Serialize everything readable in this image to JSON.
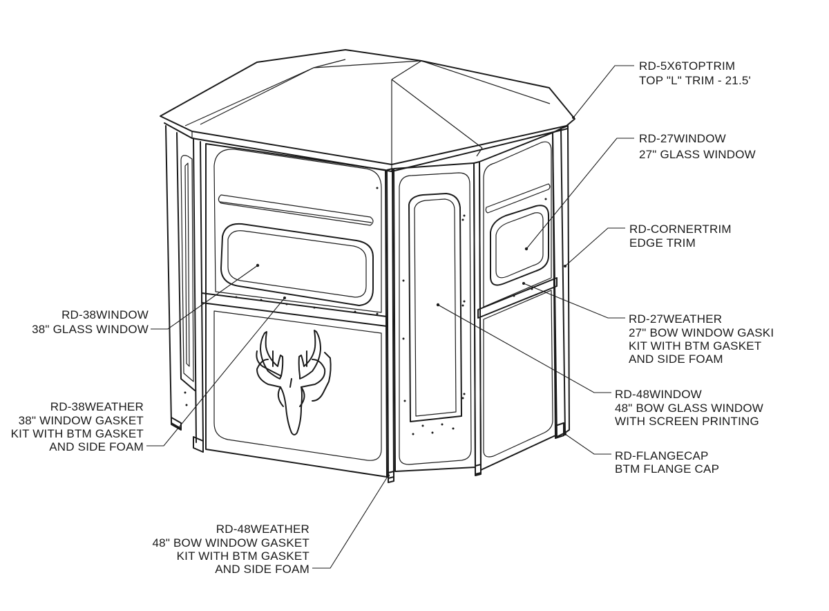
{
  "callouts": [
    {
      "id": "toptrim",
      "lines": [
        "RD-5X6TOPTRIM",
        "TOP \"L\" TRIM - 21.5'"
      ]
    },
    {
      "id": "w27",
      "lines": [
        "RD-27WINDOW",
        "27\" GLASS WINDOW"
      ]
    },
    {
      "id": "cornertrim",
      "lines": [
        "RD-CORNERTRIM",
        "EDGE TRIM"
      ]
    },
    {
      "id": "weather27",
      "lines": [
        "RD-27WEATHER",
        "27\" BOW WINDOW GASKI",
        "KIT WITH BTM GASKET",
        "AND SIDE FOAM"
      ]
    },
    {
      "id": "w48",
      "lines": [
        "RD-48WINDOW",
        "48\" BOW GLASS WINDOW",
        "WITH SCREEN PRINTING"
      ]
    },
    {
      "id": "flangecap",
      "lines": [
        "RD-FLANGECAP",
        "BTM FLANGE CAP"
      ]
    },
    {
      "id": "w38",
      "lines": [
        "RD-38WINDOW",
        "38\" GLASS WINDOW"
      ]
    },
    {
      "id": "weather38",
      "lines": [
        "RD-38WEATHER",
        "38\" WINDOW GASKET",
        "KIT WITH BTM GASKET",
        "AND SIDE FOAM"
      ]
    },
    {
      "id": "weather48",
      "lines": [
        "RD-48WEATHER",
        "48\" BOW WINDOW GASKET",
        "KIT WITH BTM GASKET",
        "AND SIDE FOAM"
      ]
    }
  ],
  "icons": {
    "antlers": "deer-skull-antlers-icon"
  }
}
